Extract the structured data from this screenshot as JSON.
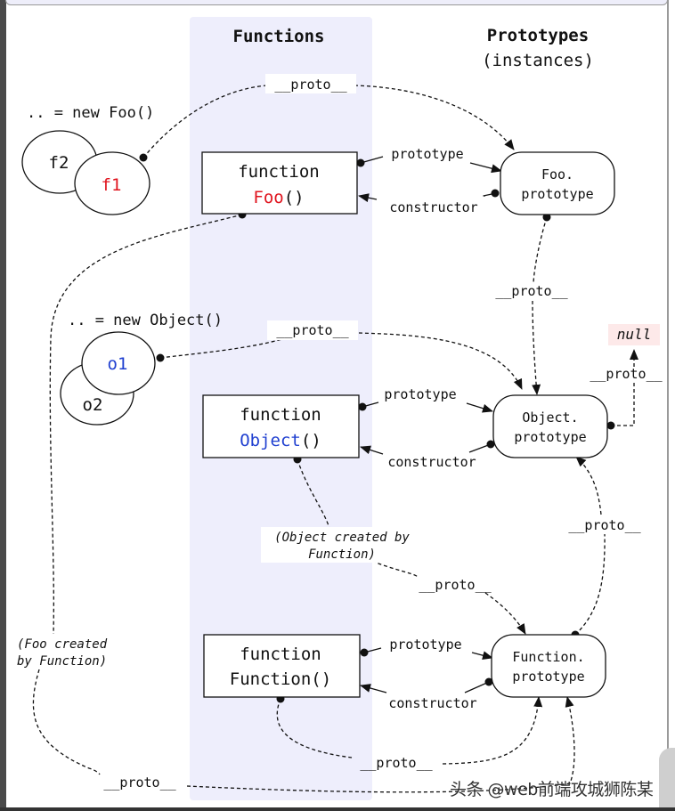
{
  "headers": {
    "functions": "Functions",
    "prototypes": "Prototypes",
    "prototypes_sub": "(instances)"
  },
  "instances": {
    "foo_caption": ".. = new Foo()",
    "f1": "f1",
    "f2": "f2",
    "object_caption": ".. = new Object()",
    "o1": "o1",
    "o2": "o2"
  },
  "functions": {
    "keyword": "function",
    "foo_name": "Foo",
    "object_name": "Object",
    "function_line": "Function()",
    "parens": "()"
  },
  "prototypes": {
    "foo_line1": "Foo.",
    "object_line1": "Object.",
    "function_line1": "Function.",
    "line2": "prototype"
  },
  "null_label": "null",
  "edge_labels": {
    "proto": "__proto__",
    "prototype": "prototype",
    "constructor": "constructor"
  },
  "notes": {
    "object_created_line1": "(Object created by",
    "object_created_line2": "Function)",
    "foo_created_line1": "(Foo created",
    "foo_created_line2": "by Function)"
  },
  "colors": {
    "foo_accent": "#e0141e",
    "object_accent": "#1f3fd0",
    "null_bg": "#fde9e9",
    "functions_column_bg": "#eeeefc"
  },
  "watermark": "头条 @web前端攻城狮陈某"
}
